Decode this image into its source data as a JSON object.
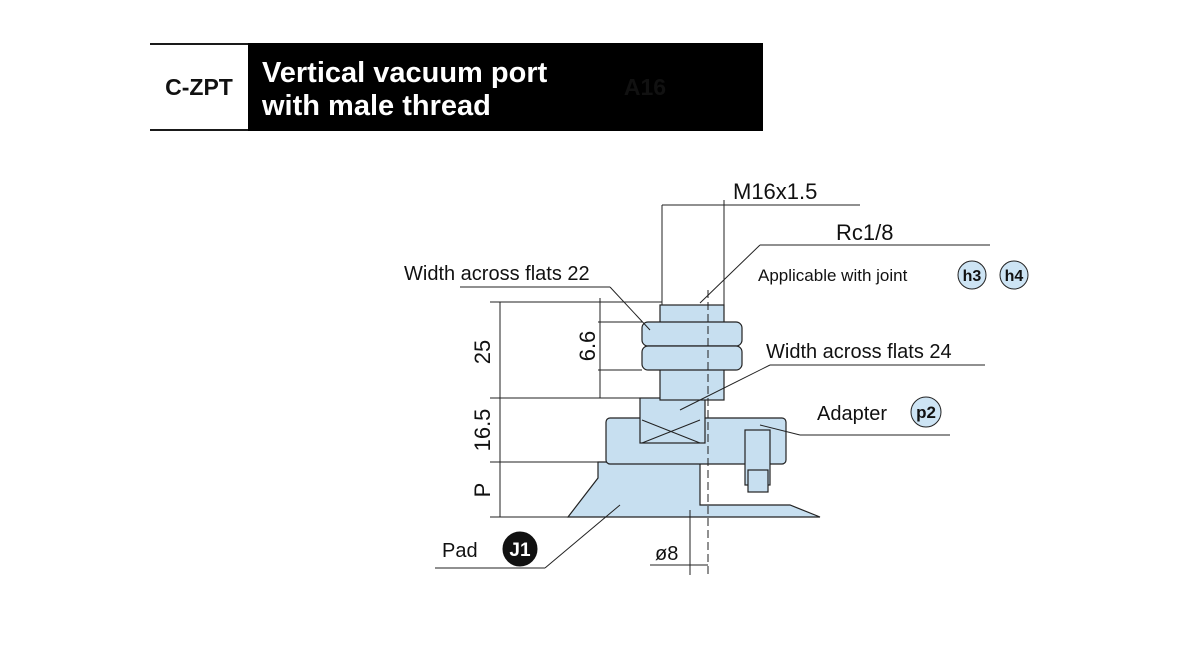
{
  "header": {
    "series_code": "C-ZPT",
    "title_line1": "Vertical vacuum port",
    "title_line2": "with male thread",
    "model_code": "A16"
  },
  "callouts": {
    "thread": "M16x1.5",
    "port": "Rc1/8",
    "joint": "Applicable with joint",
    "joint_badge_1": "h3",
    "joint_badge_2": "h4",
    "flats_top": "Width across flats 22",
    "flats_mid": "Width across flats 24",
    "adapter": "Adapter",
    "adapter_badge": "p2",
    "pad": "Pad",
    "pad_badge": "J1",
    "diameter": "ø8"
  },
  "dimensions": {
    "overall": "25",
    "nut": "6.6",
    "lower": "16.5",
    "pad_height": "P"
  },
  "colors": {
    "part_fill": "#c7dff0",
    "badge_fill": "#cde4f4",
    "line": "#222222"
  }
}
